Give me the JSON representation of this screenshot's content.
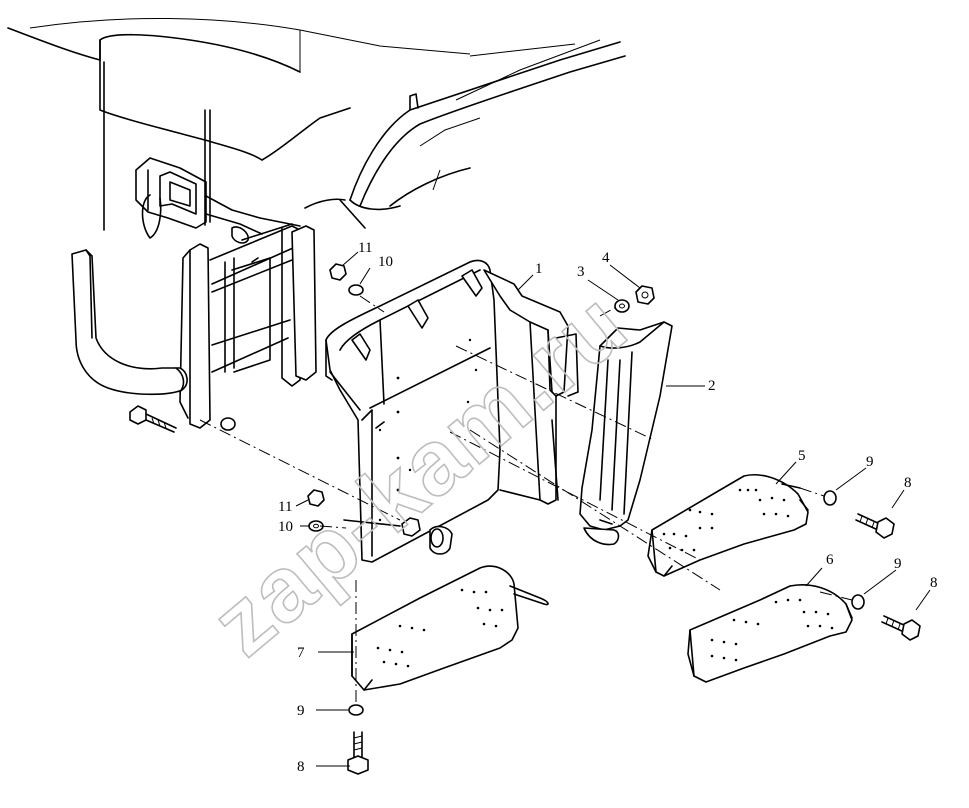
{
  "watermark": "zap-kam.ru",
  "callouts": {
    "c1": "1",
    "c2": "2",
    "c3": "3",
    "c4": "4",
    "c5": "5",
    "c6": "6",
    "c7": "7",
    "c8a": "8",
    "c8b": "8",
    "c8c": "8",
    "c9a": "9",
    "c9b": "9",
    "c9c": "9",
    "c10a": "10",
    "c10b": "10",
    "c11a": "11",
    "c11b": "11"
  }
}
